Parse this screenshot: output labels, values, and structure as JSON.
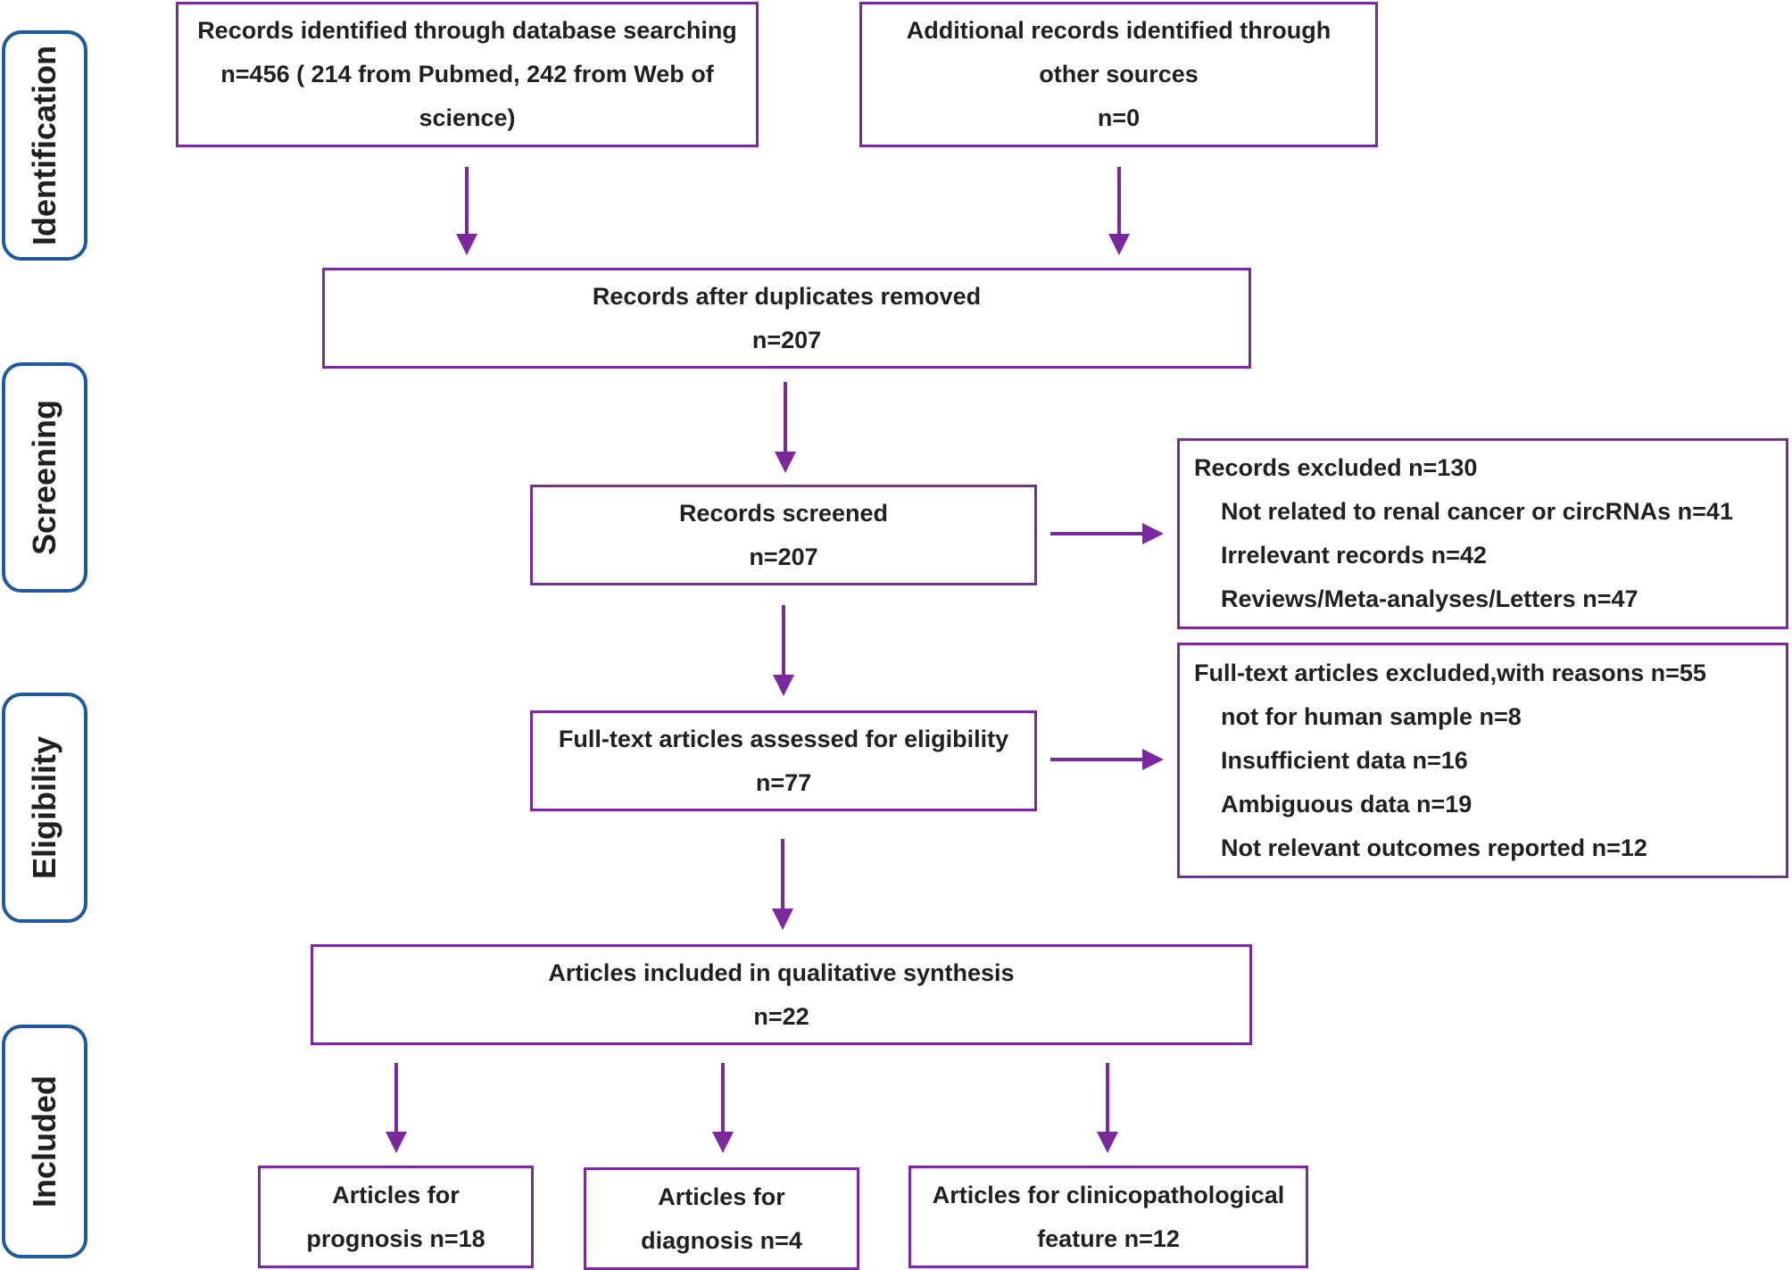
{
  "stages": {
    "identification": "Identification",
    "screening": "Screening",
    "eligibility": "Eligibility",
    "included": "Included"
  },
  "boxes": {
    "db_search": {
      "line1": "Records identified through database searching",
      "line2": "n=456  ( 214 from Pubmed, 242 from Web of",
      "line3": "science)"
    },
    "other_sources": {
      "line1": "Additional records identified through",
      "line2": "other sources",
      "line3": "n=0"
    },
    "duplicates_removed": {
      "line1": "Records after duplicates removed",
      "line2": "n=207"
    },
    "screened": {
      "line1": "Records screened",
      "line2": "n=207"
    },
    "records_excluded": {
      "title": "Records excluded n=130",
      "items": [
        "Not related to renal cancer or circRNAs n=41",
        "Irrelevant records n=42",
        "Reviews/Meta-analyses/Letters  n=47"
      ]
    },
    "full_text_assessed": {
      "line1": "Full-text articles assessed for eligibility",
      "line2": "n=77"
    },
    "full_text_excluded": {
      "title": "Full-text articles excluded,with reasons n=55",
      "items": [
        "not for human sample n=8",
        "Insufficient data n=16",
        "Ambiguous data n=19",
        "Not relevant outcomes reported n=12"
      ]
    },
    "qualitative_synthesis": {
      "line1": "Articles included in qualitative synthesis",
      "line2": "n=22"
    },
    "prognosis": {
      "line1": "Articles for",
      "line2": "prognosis n=18"
    },
    "diagnosis": {
      "line1": "Articles for",
      "line2": "diagnosis n=4"
    },
    "clinicopathological": {
      "line1": "Articles for clinicopathological",
      "line2": "feature n=12"
    }
  },
  "colors": {
    "box_border": "#7b2a9e",
    "arrow": "#7b2a9e",
    "stage_border": "#1f5a9e",
    "text": "#231f20"
  }
}
